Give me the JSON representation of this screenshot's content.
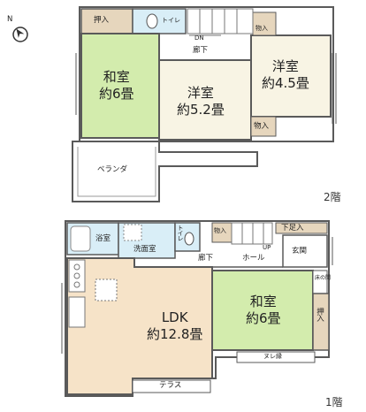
{
  "compass": {
    "label": "N",
    "icon": "compass-north-arrow-icon"
  },
  "floors": {
    "second": {
      "label": "2階",
      "rooms": {
        "washitsu_6": {
          "name": "和室",
          "size": "約6畳"
        },
        "youshitsu_52": {
          "name": "洋室",
          "size": "約5.2畳"
        },
        "youshitsu_45": {
          "name": "洋室",
          "size": "約4.5畳"
        },
        "oshiire": "押入",
        "toilet": "トイレ",
        "monoire_top": "物入",
        "monoire_mid": "物入",
        "dn": "DN",
        "rouka": "廊下",
        "veranda": "ベランダ"
      }
    },
    "first": {
      "label": "1階",
      "rooms": {
        "ldk": {
          "name": "LDK",
          "size": "約12.8畳"
        },
        "washitsu_6": {
          "name": "和室",
          "size": "約6畳"
        },
        "bath": "浴室",
        "senmen": "洗面室",
        "toilet": "トイレ",
        "monoire": "物入",
        "up": "UP",
        "rouka": "廊下",
        "hall": "ホール",
        "shitabako": "下足入",
        "genkan": "玄関",
        "tokonoma": "床の間",
        "oshiire": "押入",
        "nureen": "ヌレ縁",
        "terrace": "テラス"
      }
    }
  },
  "colors": {
    "tatami": "#d3ecad",
    "western": "#f8f4e4",
    "ldk": "#f6e3c8",
    "wet": "#d9eef7",
    "storage": "#e6d6bd",
    "wall": "#5a5a5a"
  }
}
